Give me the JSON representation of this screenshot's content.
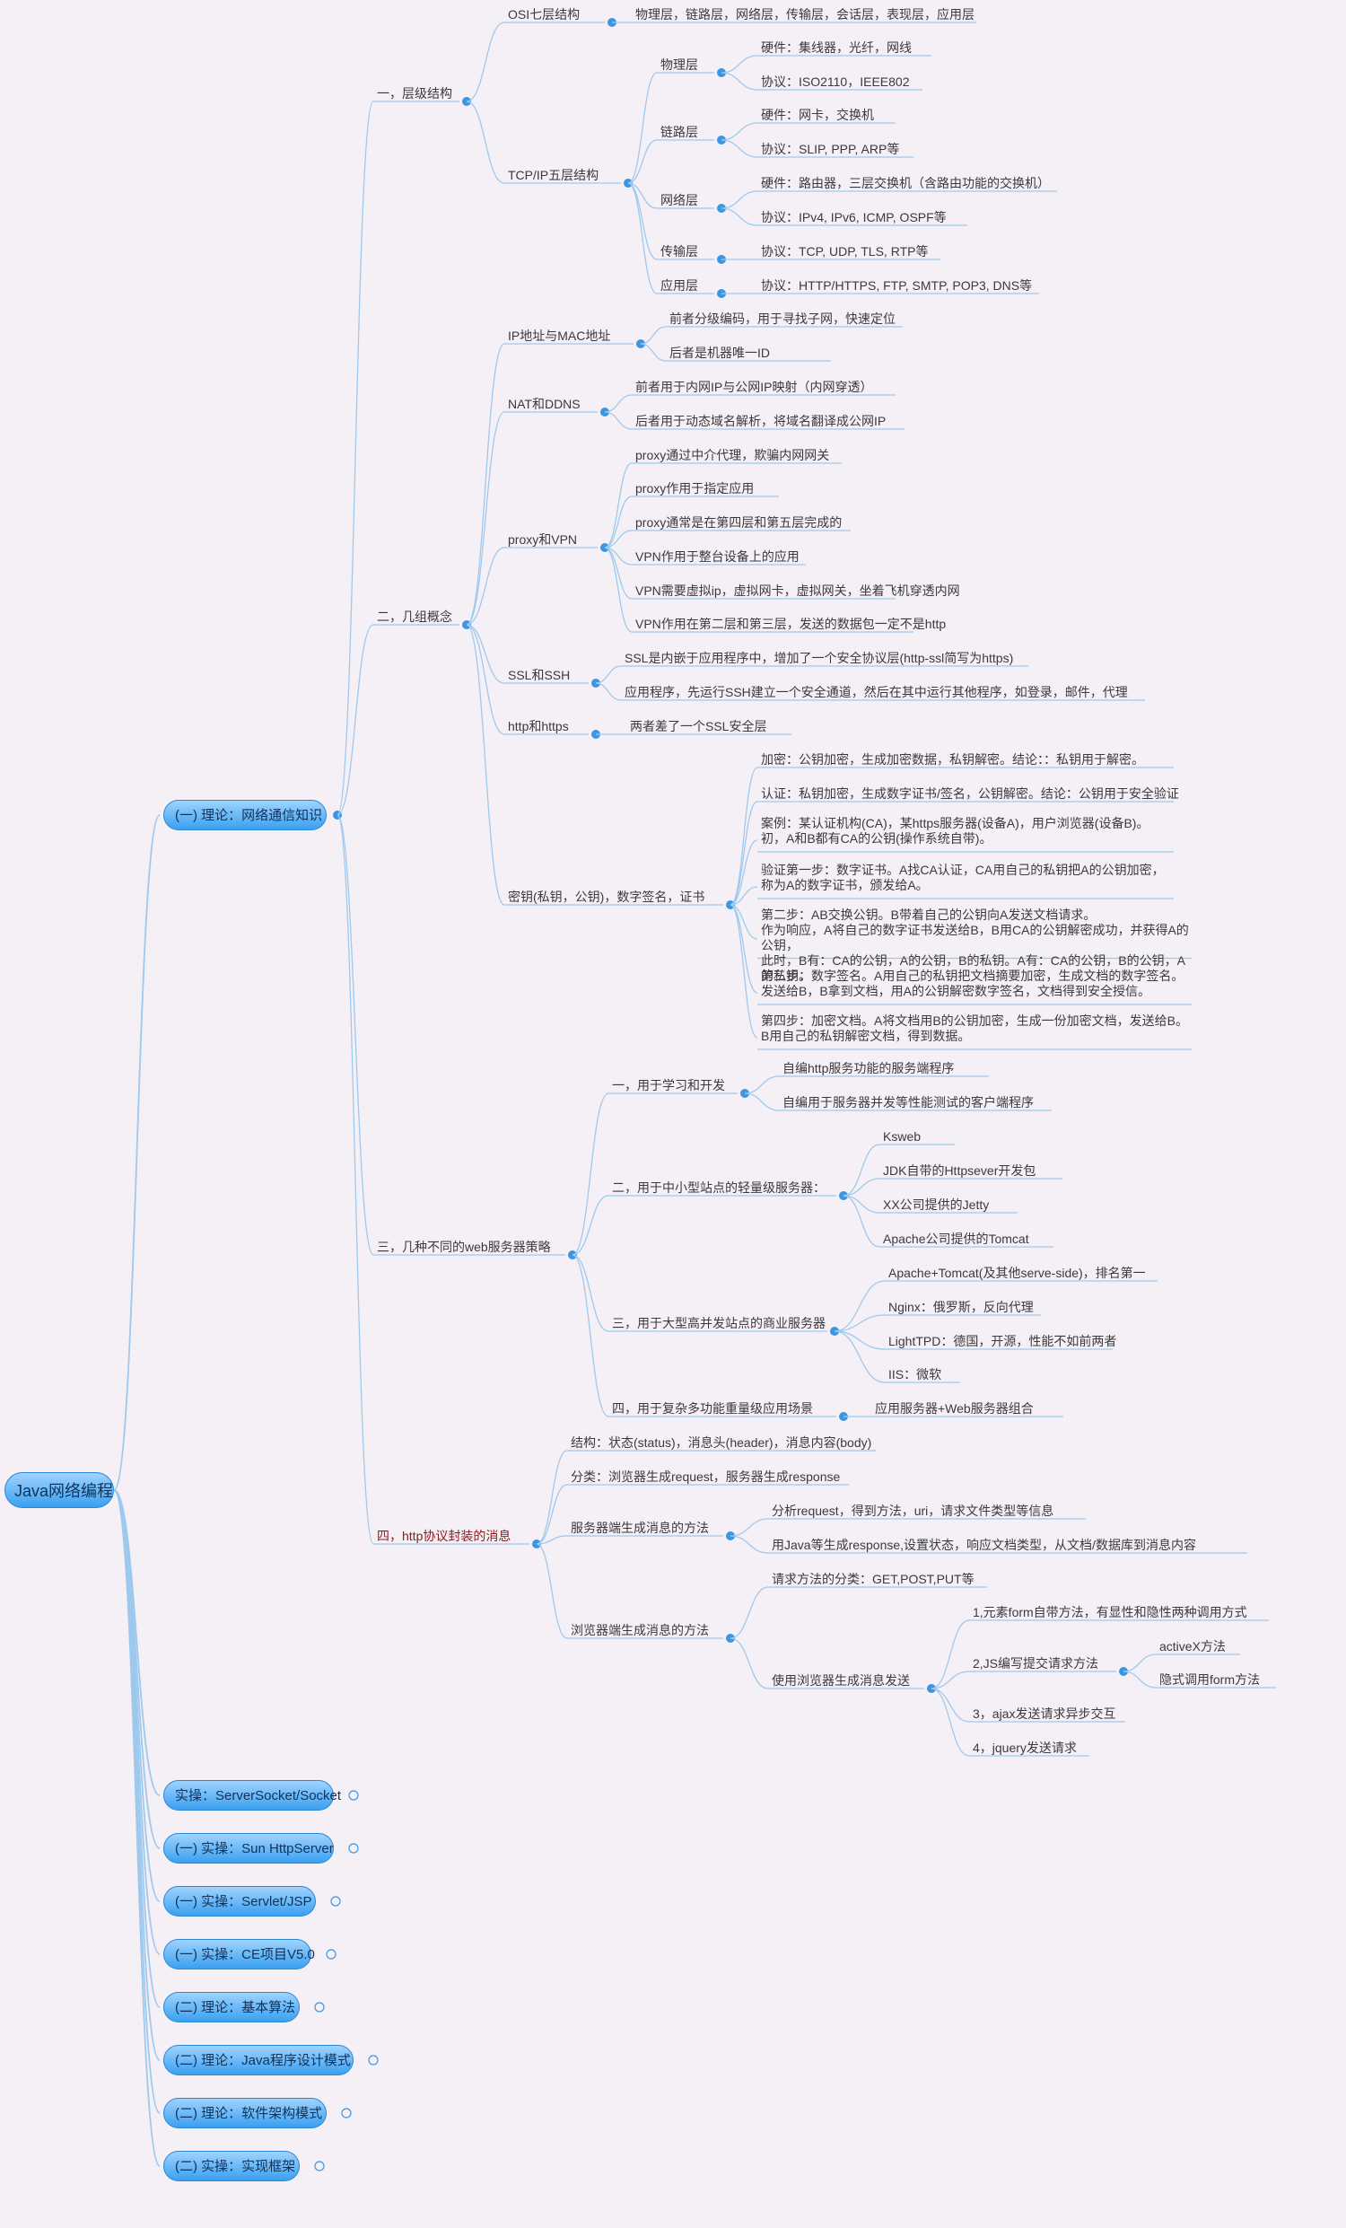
{
  "root": "Java网络编程",
  "colors": {
    "line": "#9ec9ee",
    "dot": "#3b96e3",
    "pill_top": "#9fd3ff",
    "pill_bottom": "#3aa0f0"
  },
  "branches": [
    {
      "label": "(一) 理论：网络通信知识",
      "children": [
        {
          "label": "一，层级结构",
          "children": [
            {
              "label": "OSI七层结构",
              "children": [
                {
                  "label": "物理层，链路层，网络层，传输层，会话层，表现层，应用层"
                }
              ]
            },
            {
              "label": "TCP/IP五层结构",
              "children": [
                {
                  "label": "物理层",
                  "children": [
                    {
                      "label": "硬件：集线器，光纤，网线"
                    },
                    {
                      "label": "协议：ISO2110，IEEE802"
                    }
                  ]
                },
                {
                  "label": "链路层",
                  "children": [
                    {
                      "label": "硬件：网卡，交换机"
                    },
                    {
                      "label": "协议：SLIP, PPP, ARP等"
                    }
                  ]
                },
                {
                  "label": "网络层",
                  "children": [
                    {
                      "label": "硬件：路由器，三层交换机（含路由功能的交换机）"
                    },
                    {
                      "label": "协议：IPv4, IPv6, ICMP, OSPF等"
                    }
                  ]
                },
                {
                  "label": "传输层",
                  "children": [
                    {
                      "label": "协议：TCP, UDP, TLS, RTP等"
                    }
                  ]
                },
                {
                  "label": "应用层",
                  "children": [
                    {
                      "label": "协议：HTTP/HTTPS, FTP, SMTP, POP3, DNS等"
                    }
                  ]
                }
              ]
            }
          ]
        },
        {
          "label": "二，几组概念",
          "children": [
            {
              "label": "IP地址与MAC地址",
              "children": [
                {
                  "label": "前者分级编码，用于寻找子网，快速定位"
                },
                {
                  "label": "后者是机器唯一ID"
                }
              ]
            },
            {
              "label": "NAT和DDNS",
              "children": [
                {
                  "label": "前者用于内网IP与公网IP映射（内网穿透）"
                },
                {
                  "label": "后者用于动态域名解析，将域名翻译成公网IP"
                }
              ]
            },
            {
              "label": "proxy和VPN",
              "children": [
                {
                  "label": "proxy通过中介代理，欺骗内网网关"
                },
                {
                  "label": "proxy作用于指定应用"
                },
                {
                  "label": "proxy通常是在第四层和第五层完成的"
                },
                {
                  "label": "VPN作用于整台设备上的应用"
                },
                {
                  "label": "VPN需要虚拟ip，虚拟网卡，虚拟网关，坐着飞机穿透内网"
                },
                {
                  "label": "VPN作用在第二层和第三层，发送的数据包一定不是http"
                }
              ]
            },
            {
              "label": "SSL和SSH",
              "children": [
                {
                  "label": "SSL是内嵌于应用程序中，增加了一个安全协议层(http-ssl简写为https)"
                },
                {
                  "label": "应用程序，先运行SSH建立一个安全通道，然后在其中运行其他程序，如登录，邮件，代理"
                }
              ]
            },
            {
              "label": "http和https",
              "children": [
                {
                  "label": "两者差了一个SSL安全层"
                }
              ]
            },
            {
              "label": "密钥(私钥，公钥)，数字签名，证书",
              "children": [
                {
                  "label": "加密：公钥加密，生成加密数据，私钥解密。结论：：私钥用于解密。"
                },
                {
                  "label": "认证：私钥加密，生成数字证书/签名，公钥解密。结论：公钥用于安全验证"
                },
                {
                  "label": "案例：某认证机构(CA)，某https服务器(设备A)，用户浏览器(设备B)。\n初，A和B都有CA的公钥(操作系统自带)。"
                },
                {
                  "label": "验证第一步：数字证书。A找CA认证，CA用自己的私钥把A的公钥加密，\n称为A的数字证书，颁发给A。"
                },
                {
                  "label": "第二步：AB交换公钥。B带着自己的公钥向A发送文档请求。\n作为响应，A将自己的数字证书发送给B，B用CA的公钥解密成功，并获得A的公钥，\n此时，B有：CA的公钥，A的公钥，B的私钥。A有：CA的公钥，B的公钥，A的私钥。"
                },
                {
                  "label": "第三步：数字签名。A用自己的私钥把文档摘要加密，生成文档的数字签名。\n发送给B，B拿到文档，用A的公钥解密数字签名，文档得到安全授信。"
                },
                {
                  "label": "第四步：加密文档。A将文档用B的公钥加密，生成一份加密文档，发送给B。\nB用自己的私钥解密文档，得到数据。"
                }
              ]
            }
          ]
        },
        {
          "label": "三，几种不同的web服务器策略",
          "children": [
            {
              "label": "一，用于学习和开发",
              "children": [
                {
                  "label": "自编http服务功能的服务端程序"
                },
                {
                  "label": "自编用于服务器并发等性能测试的客户端程序"
                }
              ]
            },
            {
              "label": "二，用于中小型站点的轻量级服务器：",
              "children": [
                {
                  "label": "Ksweb"
                },
                {
                  "label": "JDK自带的Httpsever开发包"
                },
                {
                  "label": "XX公司提供的Jetty"
                },
                {
                  "label": "Apache公司提供的Tomcat"
                }
              ]
            },
            {
              "label": "三，用于大型高并发站点的商业服务器",
              "children": [
                {
                  "label": "Apache+Tomcat(及其他serve-side)，排名第一"
                },
                {
                  "label": "Nginx：俄罗斯，反向代理"
                },
                {
                  "label": "LightTPD：德国，开源，性能不如前两者"
                },
                {
                  "label": "IIS：微软"
                }
              ]
            },
            {
              "label": "四，用于复杂多功能重量级应用场景",
              "children": [
                {
                  "label": "应用服务器+Web服务器组合"
                }
              ]
            }
          ]
        },
        {
          "label": "四，http协议封装的消息",
          "children": [
            {
              "label": "结构：状态(status)，消息头(header)，消息内容(body)"
            },
            {
              "label": "分类：浏览器生成request，服务器生成response"
            },
            {
              "label": "服务器端生成消息的方法",
              "children": [
                {
                  "label": "分析request，得到方法，uri，请求文件类型等信息"
                },
                {
                  "label": "用Java等生成response,设置状态，响应文档类型，从文档/数据库到消息内容"
                }
              ]
            },
            {
              "label": "浏览器端生成消息的方法",
              "children": [
                {
                  "label": "请求方法的分类：GET,POST,PUT等"
                },
                {
                  "label": "使用浏览器生成消息发送",
                  "children": [
                    {
                      "label": "1,元素form自带方法，有显性和隐性两种调用方式"
                    },
                    {
                      "label": "2,JS编写提交请求方法",
                      "children": [
                        {
                          "label": "activeX方法"
                        },
                        {
                          "label": "隐式调用form方法"
                        }
                      ]
                    },
                    {
                      "label": "3，ajax发送请求异步交互"
                    },
                    {
                      "label": "4，jquery发送请求"
                    }
                  ]
                }
              ]
            }
          ]
        }
      ]
    },
    {
      "label": "实操：ServerSocket/Socket"
    },
    {
      "label": "(一) 实操：Sun HttpServer"
    },
    {
      "label": "(一) 实操：Servlet/JSP"
    },
    {
      "label": "(一) 实操：CE项目V5.0"
    },
    {
      "label": "(二) 理论：基本算法"
    },
    {
      "label": "(二) 理论：Java程序设计模式"
    },
    {
      "label": "(二) 理论：软件架构模式"
    },
    {
      "label": "(二) 实操：实现框架"
    }
  ]
}
